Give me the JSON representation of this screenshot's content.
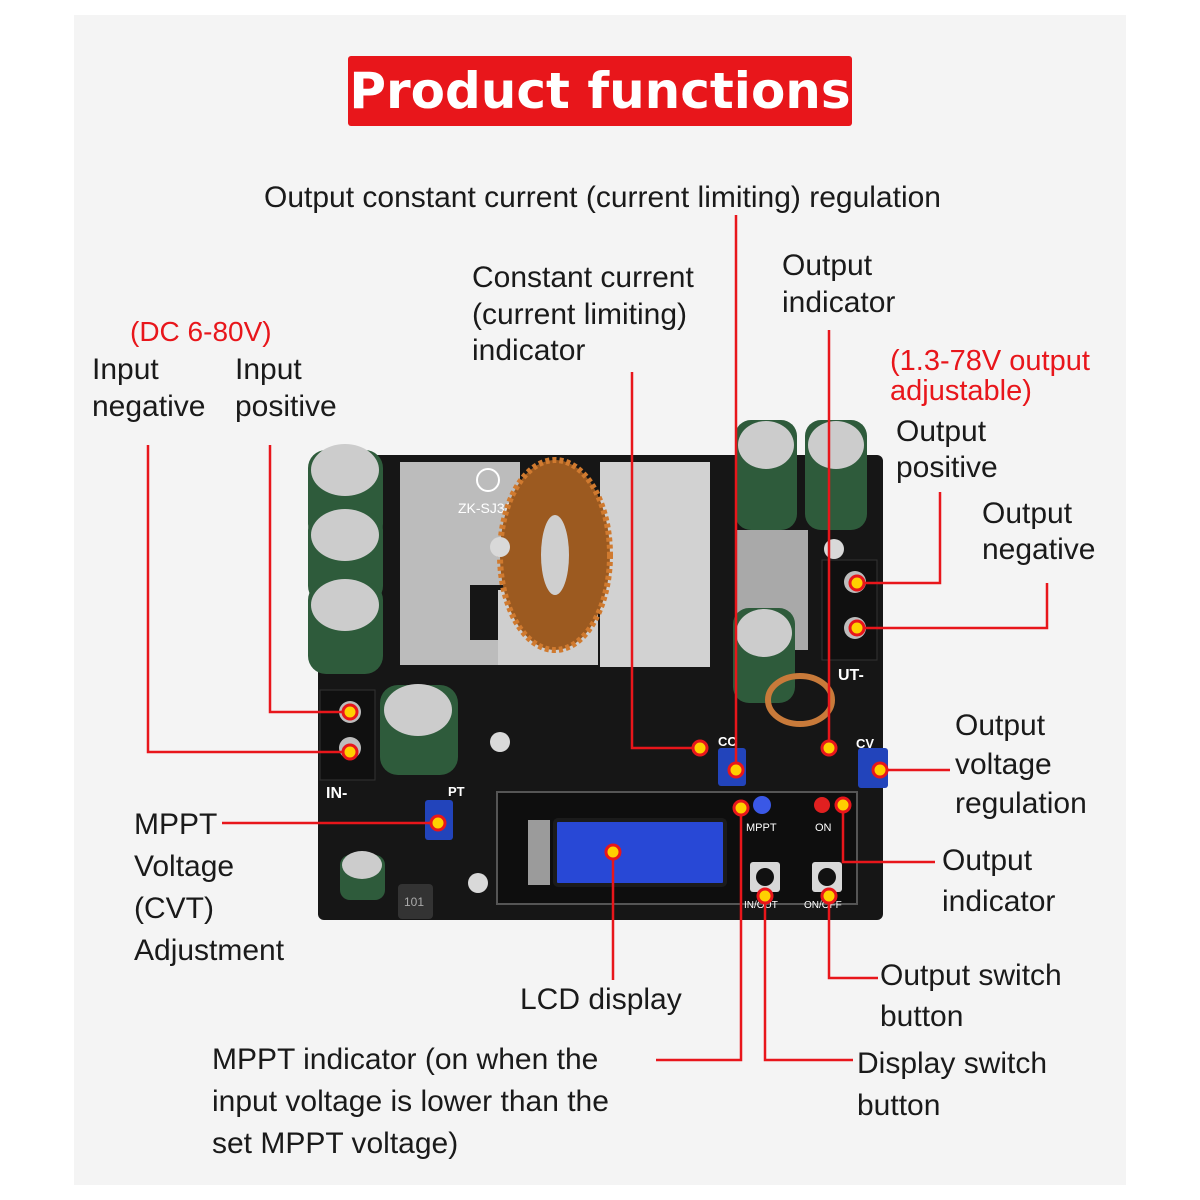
{
  "title": "Product functions",
  "board_text": {
    "model": "ZK-SJ3(",
    "in_minus": "IN-",
    "out_minus": "UT-",
    "cc": "CC",
    "cv": "CV",
    "mppt": "MPPT",
    "on": "ON",
    "in_out": "IN/OUT",
    "on_off": "ON/OFF",
    "pt": "PT",
    "inductor": "101"
  },
  "labels": {
    "cc_regulation": "Output constant current (current limiting) regulation",
    "cc_indicator": "Constant current\n(current limiting)\nindicator",
    "output_indicator_top": "Output\nindicator",
    "input_range": "(DC 6-80V)",
    "input_negative": "Input\nnegative",
    "input_positive": "Input\npositive",
    "output_range": "(1.3-78V output\nadjustable)",
    "output_positive": "Output\npositive",
    "output_negative": "Output\nnegative",
    "voltage_regulation": "Output\nvoltage\nregulation",
    "mppt_adjust": "MPPT\nVoltage\n(CVT)\nAdjustment",
    "output_indicator_bottom": "Output\nindicator",
    "lcd": "LCD display",
    "output_switch": "Output switch\nbutton",
    "display_switch": "Display switch\nbutton",
    "mppt_indicator": "MPPT indicator (on when the\ninput voltage is lower than the\nset MPPT voltage)"
  },
  "colors": {
    "label_red": "#e8161b",
    "title_bg": "#e8161b",
    "pcb": "#161616",
    "heatsink": "#b9b9b9",
    "capacitor": "#2e5b3b",
    "lcd": "#2848d6",
    "marker": "#ffd000",
    "leader_line": "#e8161b"
  }
}
